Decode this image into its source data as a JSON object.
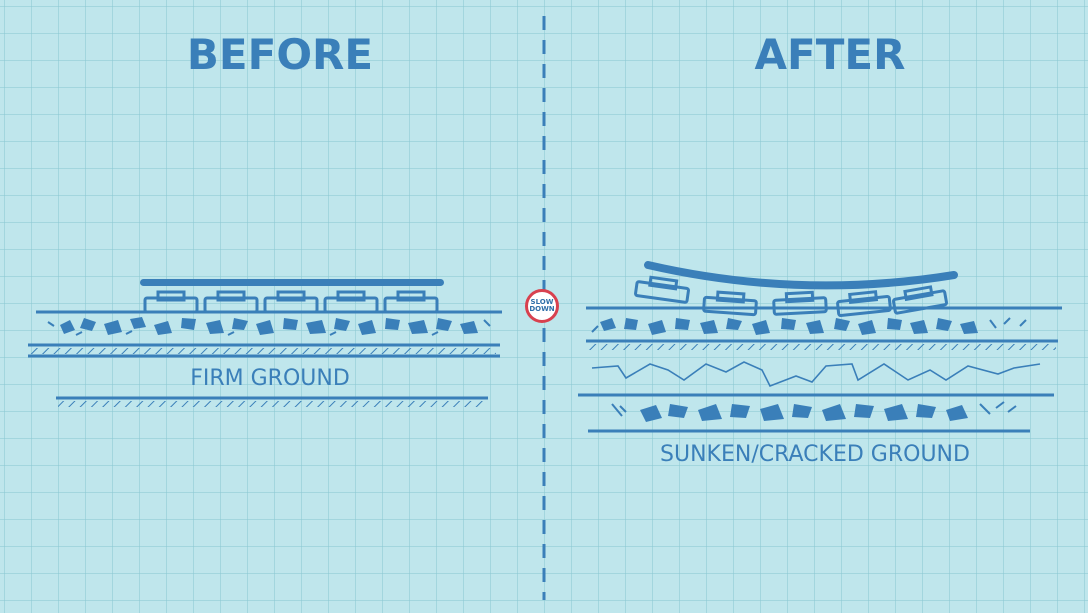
{
  "colors": {
    "ink": "#3a7fb9",
    "background": "#bfe6ec",
    "grid": "#8cc8d4",
    "badge_ring": "#d8414f",
    "badge_text": "#2f6fa9"
  },
  "panels": {
    "before": {
      "title": "BEFORE",
      "ground_label": "FIRM GROUND"
    },
    "after": {
      "title": "AFTER",
      "ground_label": "SUNKEN/CRACKED GROUND"
    }
  },
  "badge": {
    "line1": "SLOW",
    "line2": "DOWN"
  }
}
